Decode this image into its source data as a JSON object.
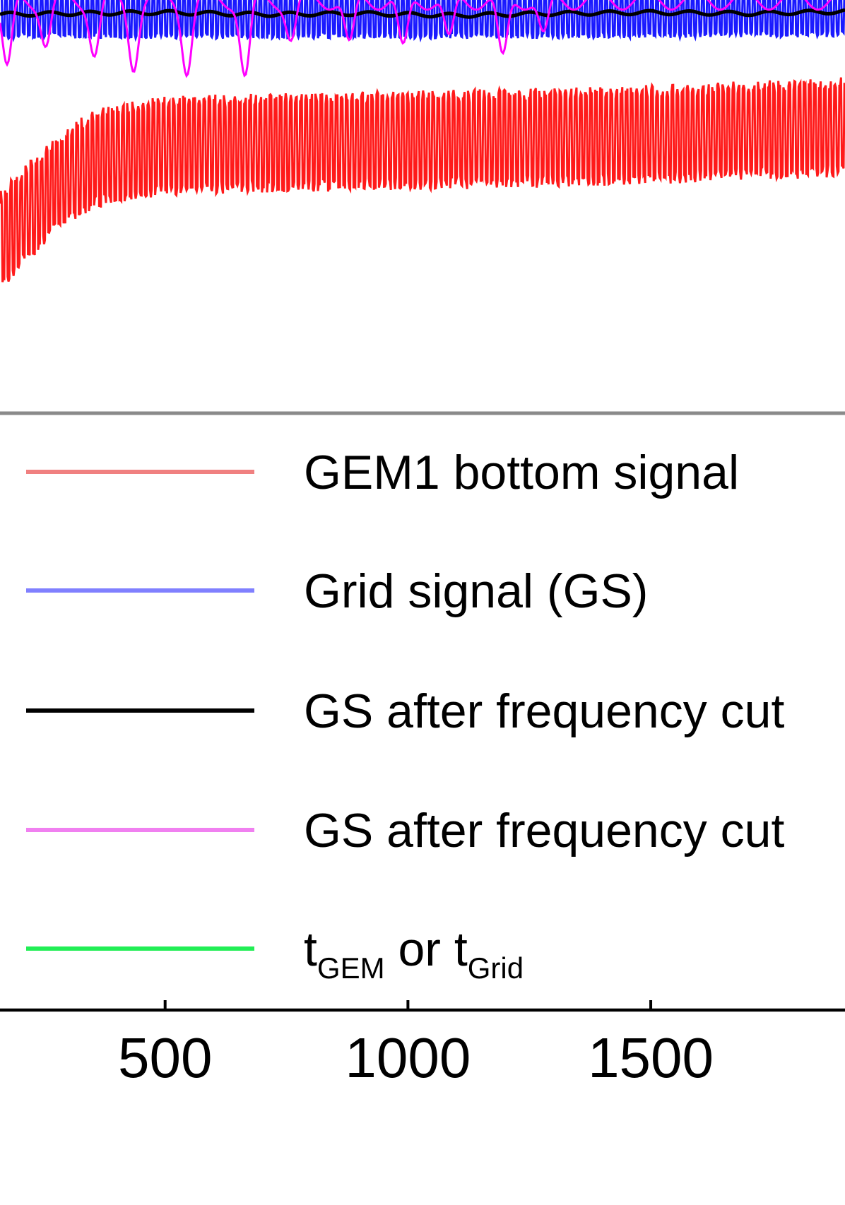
{
  "chart_data": {
    "type": "line",
    "title": "",
    "xlabel": "",
    "ylabel": "",
    "xlim": [
      160,
      1900
    ],
    "ylim": [
      -0.05,
      1.0
    ],
    "x_ticks": [
      {
        "value": 500,
        "label": "500"
      },
      {
        "value": 1000,
        "label": "1000"
      },
      {
        "value": 1500,
        "label": "1500"
      }
    ],
    "grid": false,
    "legend_position": "bottom-left",
    "series": [
      {
        "name": "GEM1 bottom signal",
        "color": "#ff1a1a",
        "legend_color": "#f08080",
        "style": "oscillating-band",
        "x": [
          160,
          200,
          240,
          280,
          320,
          360,
          400,
          450,
          500,
          600,
          700,
          800,
          900,
          1000,
          1100,
          1200,
          1300,
          1400,
          1500,
          1600,
          1700,
          1800,
          1900
        ],
        "center": [
          0.75,
          0.77,
          0.79,
          0.81,
          0.825,
          0.835,
          0.84,
          0.845,
          0.848,
          0.85,
          0.851,
          0.852,
          0.853,
          0.854,
          0.855,
          0.856,
          0.857,
          0.858,
          0.86,
          0.862,
          0.864,
          0.866,
          0.868
        ],
        "amplitude": 0.045
      },
      {
        "name": "Grid signal (GS)",
        "color": "#1a1aff",
        "legend_color": "#8080ff",
        "style": "oscillating-band",
        "x": [
          160,
          400,
          700,
          1000,
          1300,
          1600,
          1900
        ],
        "center": [
          0.985,
          0.985,
          0.985,
          0.985,
          0.985,
          0.986,
          0.987
        ],
        "amplitude": 0.022
      },
      {
        "name": "GS after frequency cut",
        "color": "#000000",
        "legend_color": "#000000",
        "style": "line",
        "x": [
          160,
          300,
          500,
          700,
          900,
          1100,
          1300,
          1500,
          1700,
          1900
        ],
        "y": [
          0.985,
          0.986,
          0.987,
          0.985,
          0.986,
          0.984,
          0.986,
          0.987,
          0.986,
          0.988
        ]
      },
      {
        "name": "GS after frequency cut",
        "color": "#ff00ff",
        "legend_color": "#f080f0",
        "style": "dips",
        "baseline": 1.0,
        "dips": [
          {
            "x": 175,
            "depth": 0.925
          },
          {
            "x": 255,
            "depth": 0.955
          },
          {
            "x": 355,
            "depth": 0.945
          },
          {
            "x": 435,
            "depth": 0.935
          },
          {
            "x": 545,
            "depth": 0.93
          },
          {
            "x": 665,
            "depth": 0.92
          },
          {
            "x": 760,
            "depth": 0.96
          },
          {
            "x": 880,
            "depth": 0.95
          },
          {
            "x": 990,
            "depth": 0.945
          },
          {
            "x": 1085,
            "depth": 0.955
          },
          {
            "x": 1195,
            "depth": 0.935
          },
          {
            "x": 1280,
            "depth": 0.96
          }
        ]
      },
      {
        "name": "t_GEM or t_Grid",
        "legend_label": {
          "base1": "t",
          "sub1": "GEM",
          "mid": " or t",
          "sub2": "Grid"
        },
        "color": "#00ff44",
        "legend_color": "#22ee55",
        "style": "legend-only"
      }
    ]
  }
}
